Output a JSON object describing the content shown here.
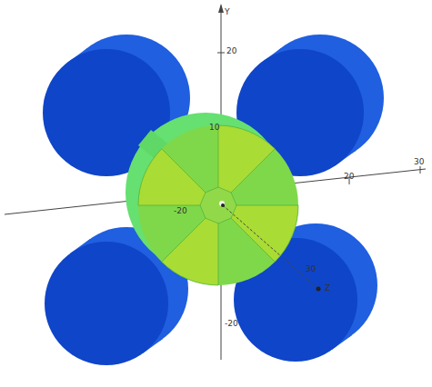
{
  "diagram": {
    "labels": [
      "Y",
      "20",
      "10",
      "20",
      "30",
      "-20",
      "30",
      "Z",
      "-20"
    ]
  }
}
